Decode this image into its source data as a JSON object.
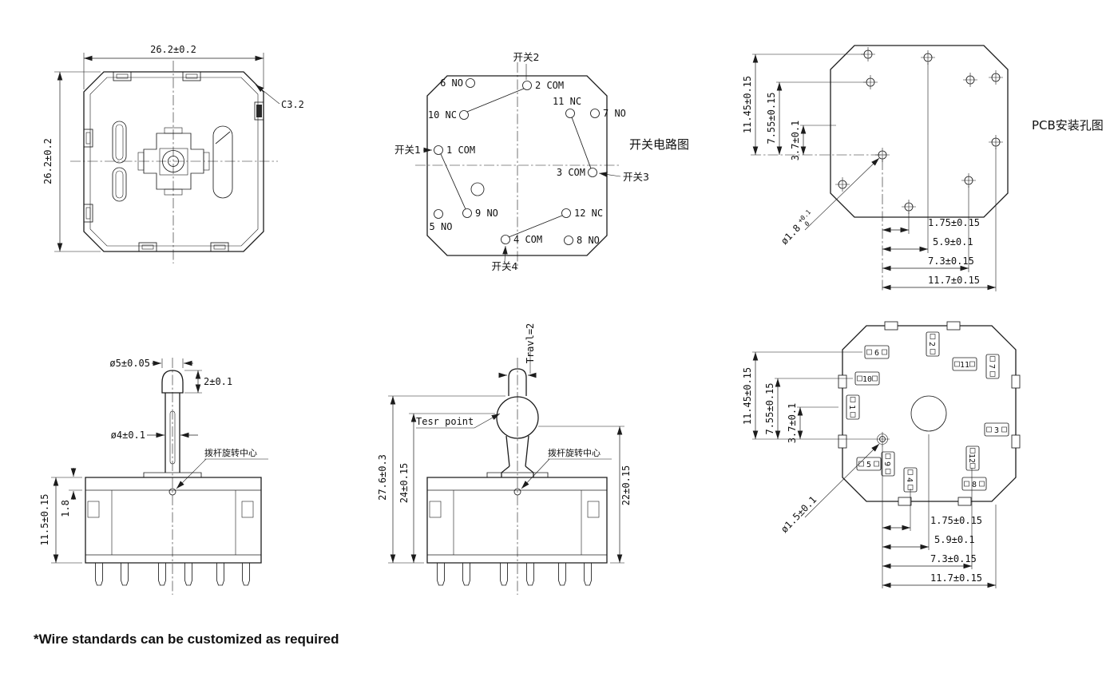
{
  "footer": {
    "note": "*Wire standards can be customized as required"
  },
  "top_view": {
    "dim_width": "26.2±0.2",
    "dim_height": "26.2±0.2",
    "chamfer": "C3.2"
  },
  "circuit": {
    "title": "开关电路图",
    "sw1": "开关1",
    "sw2": "开关2",
    "sw3": "开关3",
    "sw4": "开关4",
    "c1": "1 COM",
    "c2": "2 COM",
    "c3": "3 COM",
    "c4": "4 COM",
    "c5": "5 NO",
    "c6": "6 NO",
    "c7": "7 NO",
    "c8": "8 NO",
    "c9": "9 NO",
    "c10": "10 NC",
    "c11": "11 NC",
    "c12": "12 NC"
  },
  "pcb": {
    "title": "PCB安装孔图",
    "dim_v1": "11.45±0.15",
    "dim_v2": "7.55±0.15",
    "dim_v3": "3.7±0.1",
    "hole_dia": "ø1.8",
    "hole_tol_plus": "+0.1",
    "hole_tol_minus": "0",
    "dim_h1": "1.75±0.15",
    "dim_h2": "5.9±0.1",
    "dim_h3": "7.3±0.15",
    "dim_h4": "11.7±0.15"
  },
  "side_left": {
    "dim_tip_dia": "ø5±0.05",
    "dim_tip_h": "2±0.1",
    "dim_shaft_dia": "ø4±0.1",
    "pivot": "拨杆旋转中心",
    "dim_height": "11.5±0.15",
    "dim_step": "1.8"
  },
  "side_mid": {
    "travel": "Travl=2",
    "test_point": "Tesr point",
    "pivot": "拨杆旋转中心",
    "dim_total": "27.6±0.3",
    "dim_test": "24±0.15",
    "dim_body": "22±0.15"
  },
  "bottom_view": {
    "terminals": [
      "6",
      "2",
      "10",
      "11",
      "7",
      "1",
      "3",
      "5",
      "9",
      "12",
      "4",
      "8"
    ],
    "hole_dia": "ø1.5±0.1",
    "dim_v1": "11.45±0.15",
    "dim_v2": "7.55±0.15",
    "dim_v3": "3.7±0.1",
    "dim_h1": "1.75±0.15",
    "dim_h2": "5.9±0.1",
    "dim_h3": "7.3±0.15",
    "dim_h4": "11.7±0.15"
  }
}
